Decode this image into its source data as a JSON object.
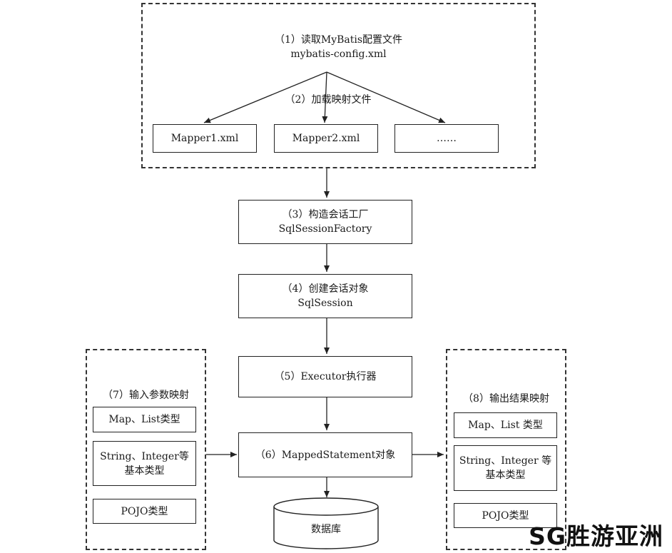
{
  "step1": {
    "title": "（1）读取MyBatis配置文件",
    "file": "mybatis-config.xml"
  },
  "step2": {
    "title": "（2）加载映射文件"
  },
  "mappers": [
    "Mapper1.xml",
    "Mapper2.xml",
    "……"
  ],
  "step3": {
    "title": "（3）构造会话工厂",
    "name": "SqlSessionFactory"
  },
  "step4": {
    "title": "（4）创建会话对象",
    "name": "SqlSession"
  },
  "step5": {
    "title": "（5）Executor执行器"
  },
  "step6": {
    "title": "（6）MappedStatement对象"
  },
  "database": "数据库",
  "input_mapping": {
    "title": "（7）输入参数映射",
    "items": [
      "Map、List类型",
      "String、Integer等",
      "基本类型",
      "POJO类型"
    ]
  },
  "output_mapping": {
    "title": "（8）输出结果映射",
    "items": [
      "Map、List 类型",
      "String、Integer 等",
      "基本类型",
      "POJO类型"
    ]
  },
  "watermark": "SG胜游亚洲"
}
